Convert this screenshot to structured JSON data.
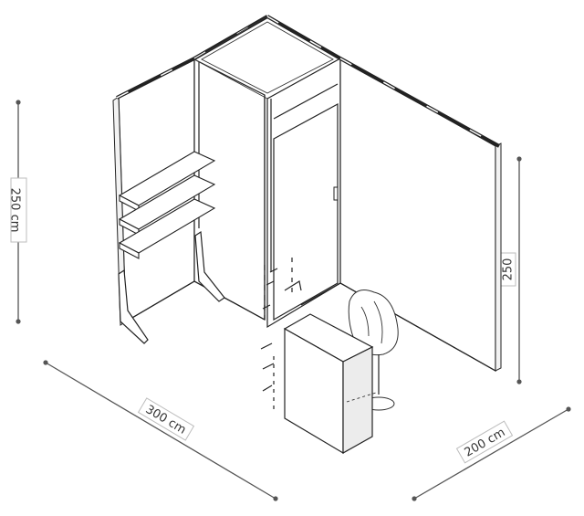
{
  "dimensions": {
    "height_left": "250 cm",
    "height_right": "250",
    "width": "300 cm",
    "depth": "200 cm"
  },
  "colors": {
    "line": "#222222",
    "dim_line": "#555555",
    "label_border": "#bdbdbd",
    "background": "#ffffff"
  }
}
